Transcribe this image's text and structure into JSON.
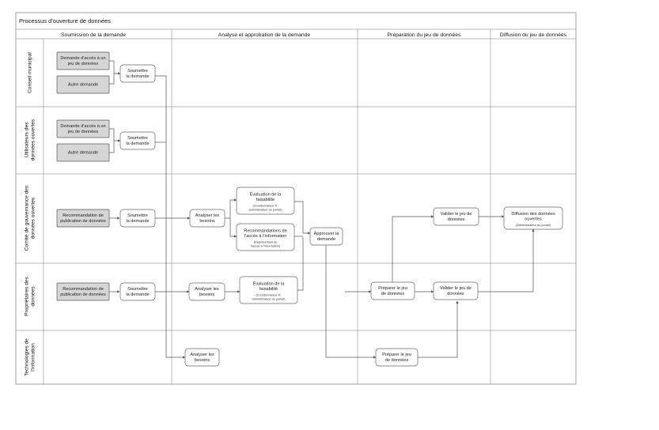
{
  "title": "Processus d’ouverture de données",
  "phases": [
    "Soumission de la demande",
    "Analyse et approbation de la demande",
    "Préparation du jeu de données",
    "Diffusion du jeu de données"
  ],
  "lanes": [
    {
      "lines": [
        "Conseil municipal"
      ]
    },
    {
      "lines": [
        "Utilisateurs des",
        "données ouvertes"
      ]
    },
    {
      "lines": [
        "Comité de gouvernance des",
        "données ouvertes"
      ]
    },
    {
      "lines": [
        "Propriétaires des",
        "données"
      ]
    },
    {
      "lines": [
        "Technologies de",
        "l’information"
      ]
    }
  ],
  "nodes": [
    {
      "id": "cm_demande",
      "kind": "input",
      "lines": [
        "Demande d’accès à un",
        "jeu de données"
      ],
      "sub": []
    },
    {
      "id": "cm_autre",
      "kind": "input",
      "lines": [
        "Autre demande"
      ],
      "sub": []
    },
    {
      "id": "cm_soumettre",
      "kind": "process",
      "lines": [
        "Soumettre",
        "la demande"
      ],
      "sub": []
    },
    {
      "id": "ud_demande",
      "kind": "input",
      "lines": [
        "Demande d’accès à un",
        "jeu de données"
      ],
      "sub": []
    },
    {
      "id": "ud_autre",
      "kind": "input",
      "lines": [
        "Autre demande"
      ],
      "sub": []
    },
    {
      "id": "ud_soumettre",
      "kind": "process",
      "lines": [
        "Soumettre",
        "la demande"
      ],
      "sub": []
    },
    {
      "id": "cg_reco",
      "kind": "input",
      "lines": [
        "Recommandation de",
        "publication de données"
      ],
      "sub": []
    },
    {
      "id": "cg_soumettre",
      "kind": "process",
      "lines": [
        "Soumettre",
        "la demande"
      ],
      "sub": []
    },
    {
      "id": "cg_analyser",
      "kind": "process",
      "lines": [
        "Analyser les",
        "besoins"
      ],
      "sub": []
    },
    {
      "id": "cg_eval",
      "kind": "process",
      "lines": [
        "Évaluation de la",
        "faisabilité"
      ],
      "sub": [
        "(Coordonnateur TI,",
        "administrateur du portail)"
      ]
    },
    {
      "id": "cg_recoacces",
      "kind": "process",
      "lines": [
        "Recommandations de",
        "l’accès à l’information"
      ],
      "sub": [
        "(Représentant de",
        "l’accès à l’information)"
      ]
    },
    {
      "id": "cg_approuver",
      "kind": "process",
      "lines": [
        "Approuver la",
        "demande"
      ],
      "sub": []
    },
    {
      "id": "cg_valider",
      "kind": "process",
      "lines": [
        "Valider le jeu de",
        "données"
      ],
      "sub": []
    },
    {
      "id": "cg_diffusion",
      "kind": "process",
      "lines": [
        "Diffusion des données",
        "ouvertes"
      ],
      "sub": [
        "(Administrateur du portail)"
      ]
    },
    {
      "id": "pd_reco",
      "kind": "input",
      "lines": [
        "Recommandation de",
        "publication de données"
      ],
      "sub": []
    },
    {
      "id": "pd_soumettre",
      "kind": "process",
      "lines": [
        "Soumettre",
        "la demande"
      ],
      "sub": []
    },
    {
      "id": "pd_analyser",
      "kind": "process",
      "lines": [
        "Analyser les",
        "besoins"
      ],
      "sub": []
    },
    {
      "id": "pd_eval",
      "kind": "process",
      "lines": [
        "Évaluation de la",
        "faisabilité"
      ],
      "sub": [
        "(Coordonnateur TI,",
        "administrateur du portail)"
      ]
    },
    {
      "id": "pd_preparer",
      "kind": "process",
      "lines": [
        "Préparer le jeu",
        "de données"
      ],
      "sub": []
    },
    {
      "id": "pd_valider",
      "kind": "process",
      "lines": [
        "Valider le jeu de",
        "données"
      ],
      "sub": []
    },
    {
      "id": "ti_analyser",
      "kind": "process",
      "lines": [
        "Analyser les",
        "besoins"
      ],
      "sub": []
    },
    {
      "id": "ti_preparer",
      "kind": "process",
      "lines": [
        "Préparer le jeu",
        "de données"
      ],
      "sub": []
    }
  ]
}
